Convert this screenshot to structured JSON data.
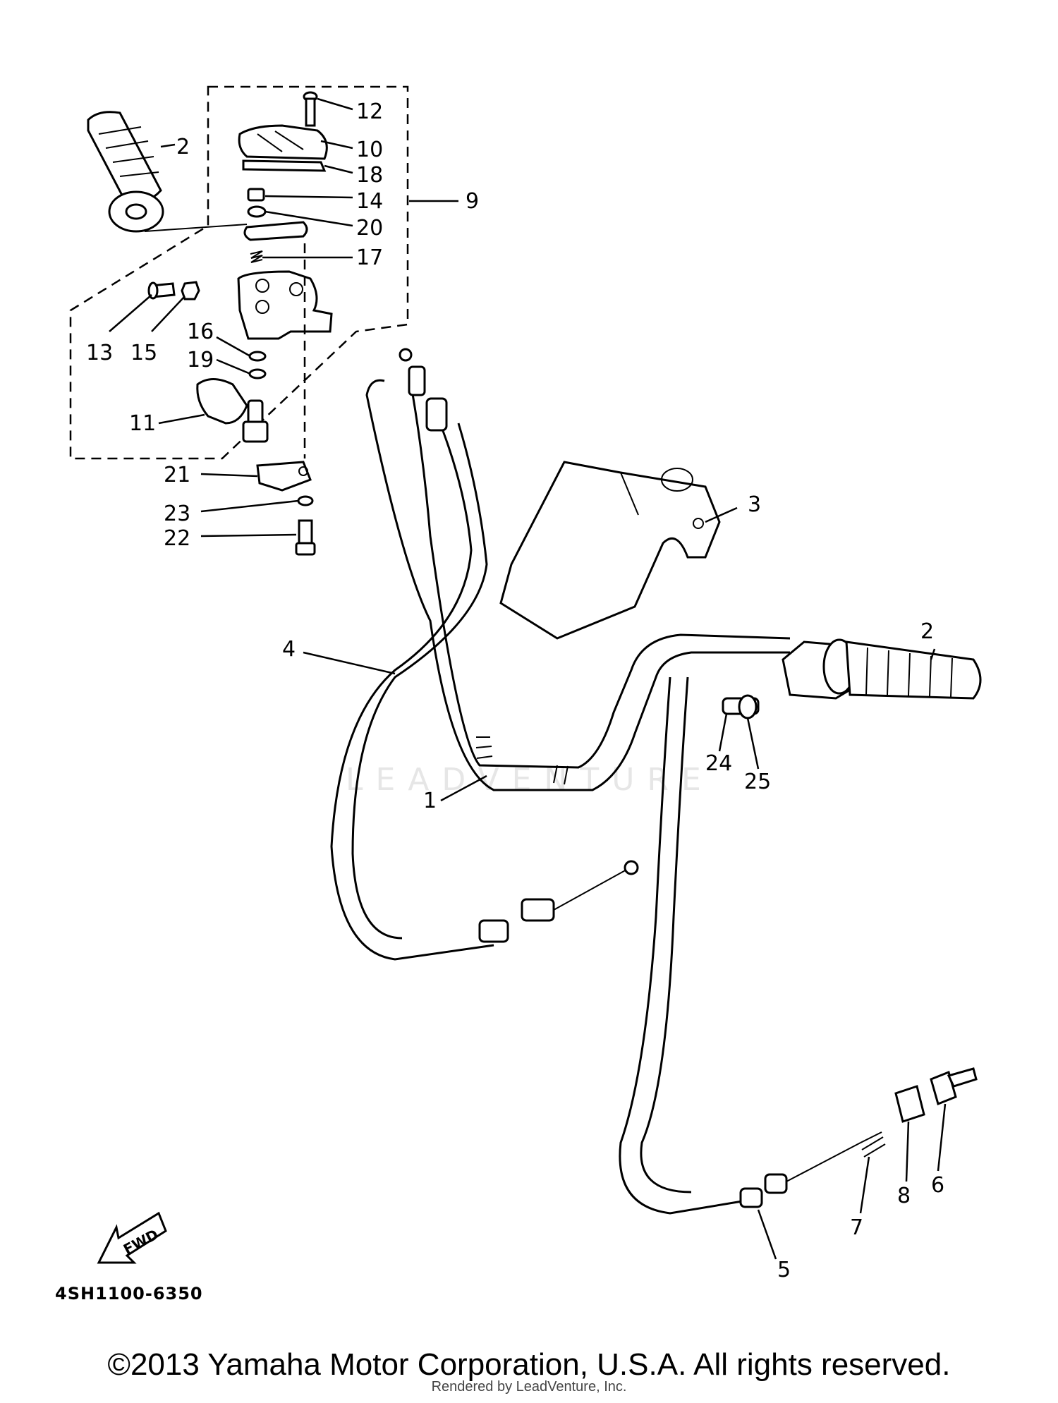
{
  "diagram": {
    "labels": {
      "p1": "1",
      "p2a": "2",
      "p2b": "2",
      "p3": "3",
      "p4": "4",
      "p5": "5",
      "p6": "6",
      "p7": "7",
      "p8": "8",
      "p9": "9",
      "p10": "10",
      "p11": "11",
      "p12": "12",
      "p13": "13",
      "p14": "14",
      "p15": "15",
      "p16": "16",
      "p17": "17",
      "p18": "18",
      "p19": "19",
      "p20": "20",
      "p21": "21",
      "p22": "22",
      "p23": "23",
      "p24": "24",
      "p25": "25"
    },
    "fwd_arrow_text": "FWD",
    "diagram_code": "4SH1100-6350",
    "copyright": "©2013 Yamaha Motor Corporation, U.S.A. All rights reserved.",
    "rendered_by": "Rendered by LeadVenture, Inc.",
    "watermark": "LEADVENTURE"
  }
}
